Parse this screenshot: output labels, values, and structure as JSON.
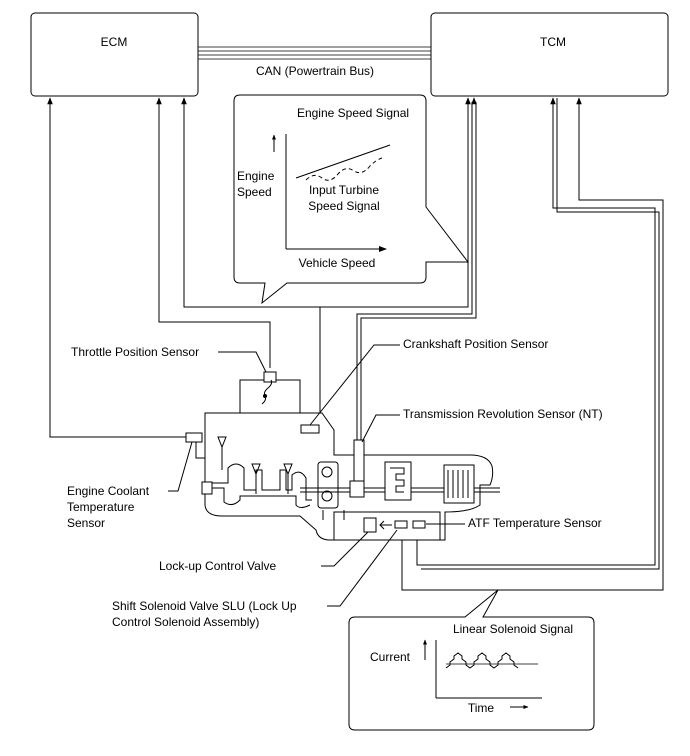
{
  "modules": {
    "ecm": "ECM",
    "tcm": "TCM",
    "can_bus": "CAN (Powertrain Bus)"
  },
  "engine_callout": {
    "title": "Engine Speed Signal",
    "y_label_line1": "Engine",
    "y_label_line2": "Speed",
    "curve_label_line1": "Input Turbine",
    "curve_label_line2": "Speed Signal",
    "x_label": "Vehicle Speed"
  },
  "solenoid_callout": {
    "title": "Linear Solenoid Signal",
    "y_label": "Current",
    "x_label": "Time"
  },
  "sensors": {
    "throttle": "Throttle Position Sensor",
    "crankshaft": "Crankshaft Position Sensor",
    "transmission_rev": "Transmission Revolution Sensor (NT)",
    "coolant_line1": "Engine Coolant",
    "coolant_line2": "Temperature",
    "coolant_line3": "Sensor",
    "atf": "ATF Temperature Sensor",
    "lockup_valve": "Lock-up Control Valve",
    "slu_line1": "Shift Solenoid Valve SLU (Lock Up",
    "slu_line2": "Control Solenoid Assembly)"
  }
}
